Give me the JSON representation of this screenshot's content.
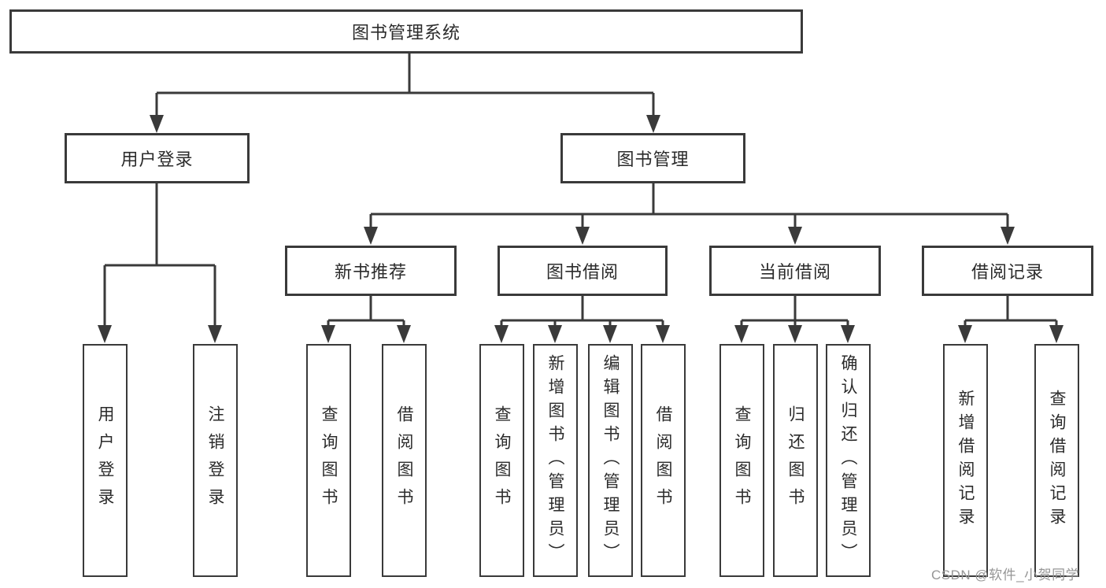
{
  "diagram": {
    "root": "图书管理系统",
    "level2": [
      "用户登录",
      "图书管理"
    ],
    "level3": [
      "新书推荐",
      "图书借阅",
      "当前借阅",
      "借阅记录"
    ],
    "leaves": {
      "user": [
        "用户登录",
        "注销登录"
      ],
      "recommend": [
        "查询图书",
        "借阅图书"
      ],
      "borrow": [
        "查询图书",
        "新增图书（管理员）",
        "编辑图书（管理员）",
        "借阅图书"
      ],
      "current": [
        "查询图书",
        "归还图书",
        "确认归还（管理员）"
      ],
      "records": [
        "新增借阅记录",
        "查询借阅记录"
      ]
    }
  },
  "watermark": "CSDN @软件_小贺同学",
  "colors": {
    "line": "#3a3a3a",
    "text": "#2b2b2b",
    "background": "#ffffff",
    "watermark": "#969696"
  }
}
